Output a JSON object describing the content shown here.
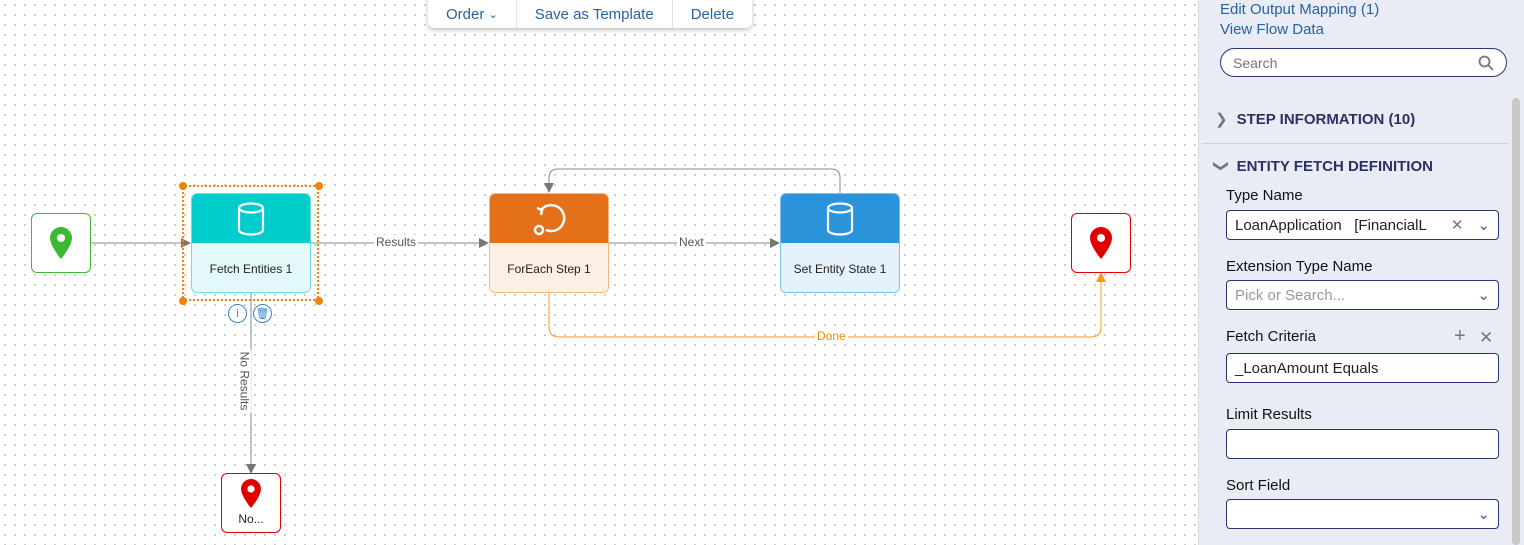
{
  "toolbar": {
    "order": "Order",
    "save_template": "Save as Template",
    "delete": "Delete"
  },
  "flow": {
    "nodes": {
      "fetch": "Fetch Entities 1",
      "foreach": "ForEach Step 1",
      "setstate": "Set Entity State 1",
      "no_results_end": "No..."
    },
    "edges": {
      "results": "Results",
      "next": "Next",
      "done": "Done",
      "no_results": "No Results"
    },
    "colors": {
      "fetch": "#00cccc",
      "foreach": "#e5701a",
      "setstate": "#2a93d9",
      "start": "#3cb832",
      "end": "#e00000",
      "done_edge": "#f59a1e"
    }
  },
  "sidebar": {
    "links": [
      "Edit Output Mapping (1)",
      "View Flow Data"
    ],
    "search_placeholder": "Search",
    "sections": {
      "step_info": "STEP INFORMATION (10)",
      "entity_fetch": "ENTITY FETCH DEFINITION"
    },
    "fields": {
      "type_name": {
        "label": "Type Name",
        "value": "LoanApplication   [FinancialL"
      },
      "extension_type": {
        "label": "Extension Type Name",
        "placeholder": "Pick or Search..."
      },
      "fetch_criteria": {
        "label": "Fetch Criteria",
        "value": "_LoanAmount Equals"
      },
      "limit_results": {
        "label": "Limit Results",
        "value": ""
      },
      "sort_field": {
        "label": "Sort Field",
        "value": ""
      }
    }
  }
}
